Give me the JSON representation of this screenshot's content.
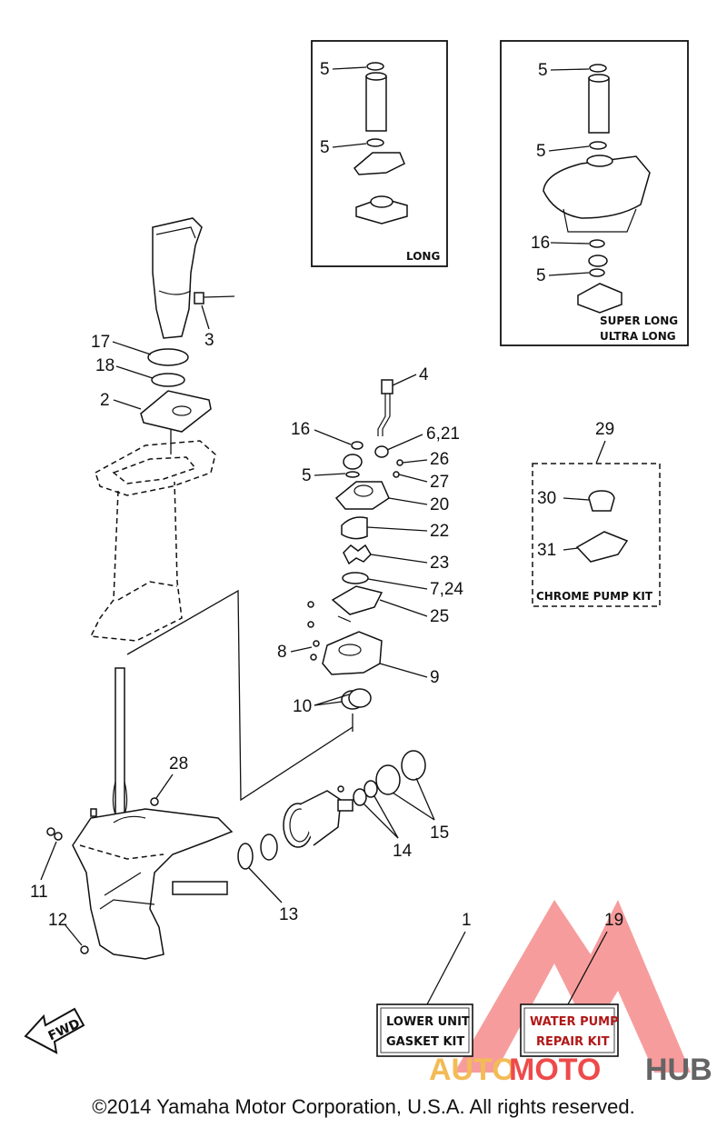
{
  "labels": {
    "l1": "1",
    "l2": "2",
    "l3": "3",
    "l4": "4",
    "l5a": "5",
    "l5b": "5",
    "l5c": "5",
    "l5d": "5",
    "l5e": "5",
    "l5f": "5",
    "l621": "6,21",
    "l724": "7,24",
    "l8": "8",
    "l9": "9",
    "l10": "10",
    "l11": "11",
    "l12": "12",
    "l13": "13",
    "l14": "14",
    "l15": "15",
    "l16a": "16",
    "l16b": "16",
    "l17": "17",
    "l18": "18",
    "l19": "19",
    "l20": "20",
    "l22": "22",
    "l23": "23",
    "l25": "25",
    "l26": "26",
    "l27": "27",
    "l28": "28",
    "l29": "29",
    "l30": "30",
    "l31": "31"
  },
  "boxes": {
    "long": "LONG",
    "super_long": "SUPER LONG",
    "ultra_long": "ULTRA LONG",
    "chrome_pump_kit": "CHROME PUMP KIT"
  },
  "kits": {
    "lower_unit_line1": "LOWER UNIT",
    "lower_unit_line2": "GASKET KIT",
    "water_pump_line1": "WATER PUMP",
    "water_pump_line2": "REPAIR KIT"
  },
  "fwd": "FWD",
  "watermark": {
    "part1": "AUTO",
    "part2": "MOTO",
    "part3": "HUB"
  },
  "copyright": "©2014 Yamaha Motor Corporation, U.S.A. All rights reserved.",
  "colors": {
    "watermark_red": "#ec2b2b",
    "watermark_orange": "#f2b03a",
    "watermark_gray": "#4a4a4a"
  }
}
